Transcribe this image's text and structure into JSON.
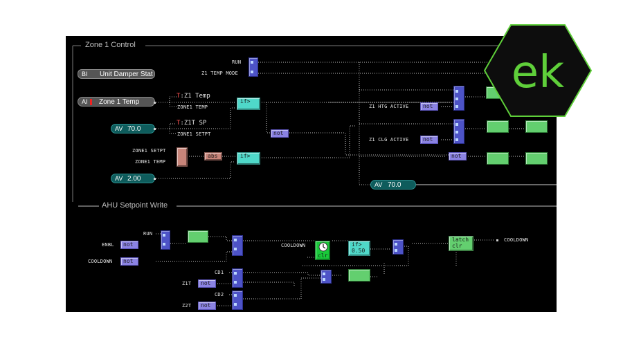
{
  "sections": {
    "zone1": "Zone 1 Control",
    "ahu": "AHU Setpoint Write"
  },
  "points": {
    "unit_damper": {
      "tag": "BI",
      "label": "Unit Damper Stat"
    },
    "zone1_temp": {
      "tag": "AI",
      "label": "Zone 1 Temp"
    },
    "av_70_a": {
      "tag": "AV",
      "value": "70.0"
    },
    "av_2": {
      "tag": "AV",
      "value": "2.00"
    },
    "av_70_b": {
      "tag": "AV",
      "value": "70.0"
    }
  },
  "labels": {
    "run": "RUN",
    "z1_temp_mode": "Z1 TEMP MODE",
    "t_prefix": "T",
    "z1_temp_text": ":Z1 Temp",
    "z1t_sp_text": ":Z1T SP",
    "zone1_temp": "ZONE1 TEMP",
    "zone1_setpt": "ZONE1 SETPT",
    "zone1_setpt2": "ZONE1 SETPT",
    "zone1_temp2": "ZONE1 TEMP",
    "z1_htg_active": "Z1 HTG ACTIVE",
    "z1_clg_active": "Z1 CLG ACTIVE",
    "run2": "RUN",
    "enbl": "ENBL",
    "cooldown_in": "COOLDOWN",
    "cooldown_mid": "COOLDOWN",
    "cooldown_out": "COOLDOWN",
    "cd1": "CD1",
    "z1t": "Z1T",
    "cd2": "CD2",
    "z2t": "Z2T"
  },
  "blocks": {
    "if_gt": "if>",
    "if_gt2": "if>",
    "abs": "abs",
    "not": "not",
    "latch": "latch",
    "clr": "clr",
    "clr2": "clr",
    "if_gt3": "if>",
    "val_050": "0.50"
  },
  "logo": {
    "text": "ek",
    "fill": "#0d0d0d",
    "accent": "#5fcf3a"
  }
}
